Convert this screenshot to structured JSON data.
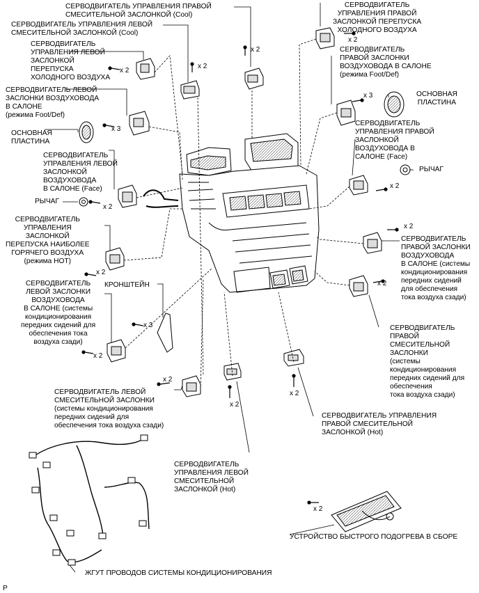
{
  "labels": {
    "sv_right_mix_cool": "СЕРВОДВИГАТЕЛЬ УПРАВЛЕНИЯ ПРАВОЙ\nСМЕСИТЕЛЬНОЙ ЗАСЛОНКОЙ (Cool)",
    "sv_left_mix_cool": "СЕРВОДВИГАТЕЛЬ УПРАВЛЕНИЯ ЛЕВОЙ\nСМЕСИТЕЛЬНОЙ ЗАСЛОНКОЙ (Cool)",
    "sv_left_cold_bypass": "СЕРВОДВИГАТЕЛЬ\nУПРАВЛЕНИЯ ЛЕВОЙ\nЗАСЛОНКОЙ\nПЕРЕПУСКА\nХОЛОДНОГО ВОЗДУХА",
    "sv_left_foot_def": "СЕРВОДВИГАТЕЛЬ ЛЕВОЙ\nЗАСЛОНКИ ВОЗДУХОВОДА\nВ САЛОНЕ\n(режима Foot/Def)",
    "base_plate_left": "ОСНОВНАЯ\nПЛАСТИНА",
    "sv_left_face": "СЕРВОДВИГАТЕЛЬ\nУПРАВЛЕНИЯ ЛЕВОЙ\nЗАСЛОНКОЙ\nВОЗДУХОВОДА\nВ САЛОНЕ (Face)",
    "lever_left": "РЫЧАГ",
    "sv_hot_bypass": "СЕРВОДВИГАТЕЛЬ\nУПРАВЛЕНИЯ\nЗАСЛОНКОЙ\nПЕРЕПУСКА НАИБОЛЕЕ\nГОРЯЧЕГО ВОЗДУХА\n(режима HOT)",
    "sv_left_rear": "СЕРВОДВИГАТЕЛЬ\nЛЕВОЙ ЗАСЛОНКИ\nВОЗДУХОВОДА\nВ САЛОНЕ (системы\nкондиционирования\nпередних сидений для\nобеспечения тока\nвоздуха сзади)",
    "bracket": "КРОНШТЕЙН",
    "sv_left_mix_rear": "СЕРВОДВИГАТЕЛЬ ЛЕВОЙ\nСМЕСИТЕЛЬНОЙ ЗАСЛОНКИ\n(системы кондиционирования\nпередних сидений для\nобеспечения тока воздуха сзади)",
    "sv_right_cold_bypass": "СЕРВОДВИГАТЕЛЬ\nУПРАВЛЕНИЯ ПРАВОЙ\nЗАСЛОНКОЙ ПЕРЕПУСКА\nХОЛОДНОГО ВОЗДУХА",
    "sv_right_foot_def": "СЕРВОДВИГАТЕЛЬ\nПРАВОЙ ЗАСЛОНКИ\nВОЗДУХОВОДА В САЛОНЕ\n(режима Foot/Def)",
    "base_plate_right": "ОСНОВНАЯ\nПЛАСТИНА",
    "sv_right_face": "СЕРВОДВИГАТЕЛЬ\nУПРАВЛЕНИЯ ПРАВОЙ\nЗАСЛОНКОЙ\nВОЗДУХОВОДА В\nСАЛОНЕ (Face)",
    "lever_right": "РЫЧАГ",
    "sv_right_rear": "СЕРВОДВИГАТЕЛЬ\nПРАВОЙ ЗАСЛОНКИ\nВОЗДУХОВОДА\nВ САЛОНЕ (системы\nкондиционирования\nпередних сидений\nдля обеспечения\nтока воздуха сзади)",
    "sv_right_mix_rear": "СЕРВОДВИГАТЕЛЬ\nПРАВОЙ\nСМЕСИТЕЛЬНОЙ\nЗАСЛОНКИ\n(системы\nкондиционирования\nпередних сидений для\nобеспечения\nтока воздуха сзади)",
    "sv_right_mix_hot": "СЕРВОДВИГАТЕЛЬ УПРАВЛЕНИЯ\nПРАВОЙ СМЕСИТЕЛЬНОЙ\nЗАСЛОНКОЙ (Hot)",
    "sv_left_mix_hot": "СЕРВОДВИГАТЕЛЬ\nУПРАВЛЕНИЯ ЛЕВОЙ\nСМЕСИТЕЛЬНОЙ\nЗАСЛОНКОЙ (Hot)",
    "quick_heater": "УСТРОЙСТВО БЫСТРОГО ПОДОГРЕВА В СБОРЕ",
    "harness": "ЖГУТ ПРОВОДОВ СИСТЕМЫ КОНДИЦИОНИРОВАНИЯ",
    "corner_mark": "P"
  },
  "quantities": {
    "x2": "x 2",
    "x3": "x 3"
  },
  "colors": {
    "line": "#000000",
    "part_fill": "#ffffff",
    "shade": "#cfcfcf"
  }
}
